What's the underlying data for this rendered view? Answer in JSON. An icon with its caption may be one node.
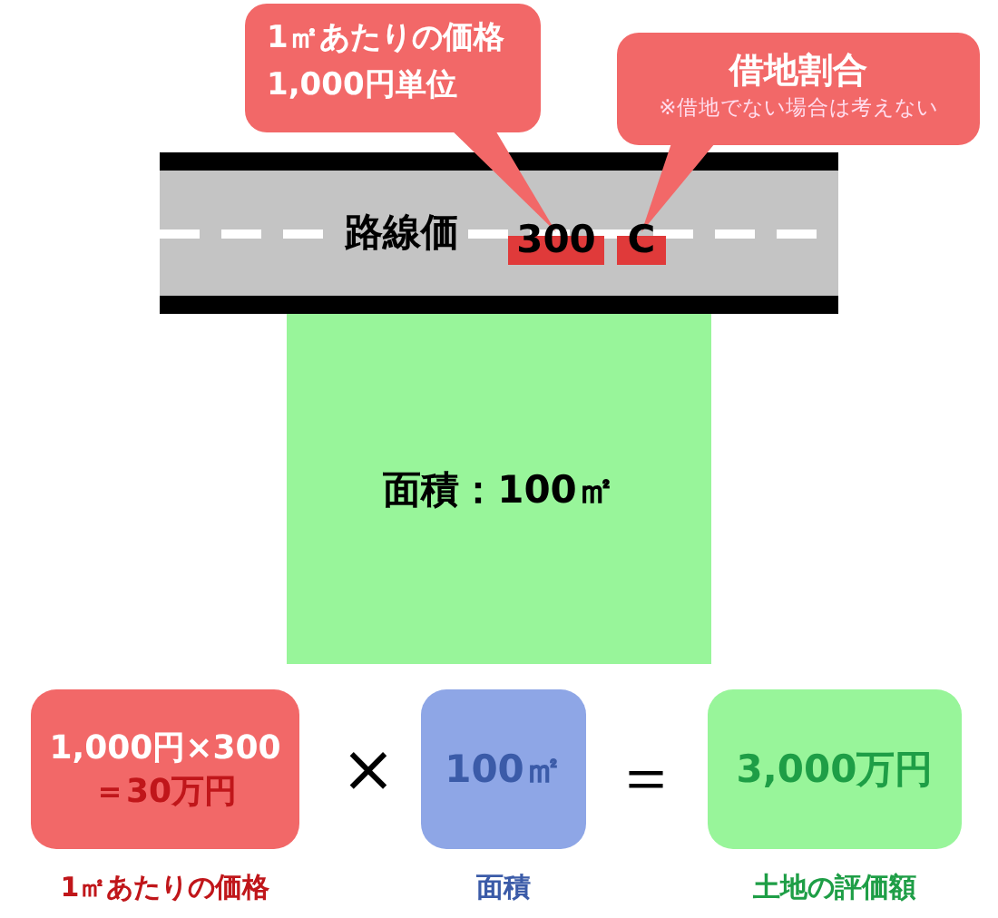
{
  "diagram": {
    "nodes": [
      {
        "text": [
          "1㎡あたりの価格",
          "1,000円単位"
        ]
      },
      {
        "text": [
          "借地割合",
          "※借地でない場合は考えない"
        ]
      },
      {
        "text": [
          "路線価"
        ]
      },
      {
        "text": [
          "300"
        ],
        "in": 2
      },
      {
        "text": [
          "C"
        ],
        "in": 2
      },
      {
        "text": [
          "面積：100㎡"
        ]
      },
      {
        "text": [
          "1,000円×300",
          "＝30万円"
        ],
        "beside": [
          "1㎡あたりの価格"
        ]
      },
      {
        "text": [
          "100㎡"
        ],
        "beside": [
          "面積"
        ]
      },
      {
        "text": [
          "3,000万円"
        ],
        "beside": [
          "土地の評価額"
        ]
      }
    ],
    "edges": [
      {
        "from": 0,
        "to": 3,
        "arrow": "none"
      },
      {
        "from": 1,
        "to": 4,
        "arrow": "none"
      }
    ],
    "labels": [
      "×",
      "＝"
    ]
  }
}
